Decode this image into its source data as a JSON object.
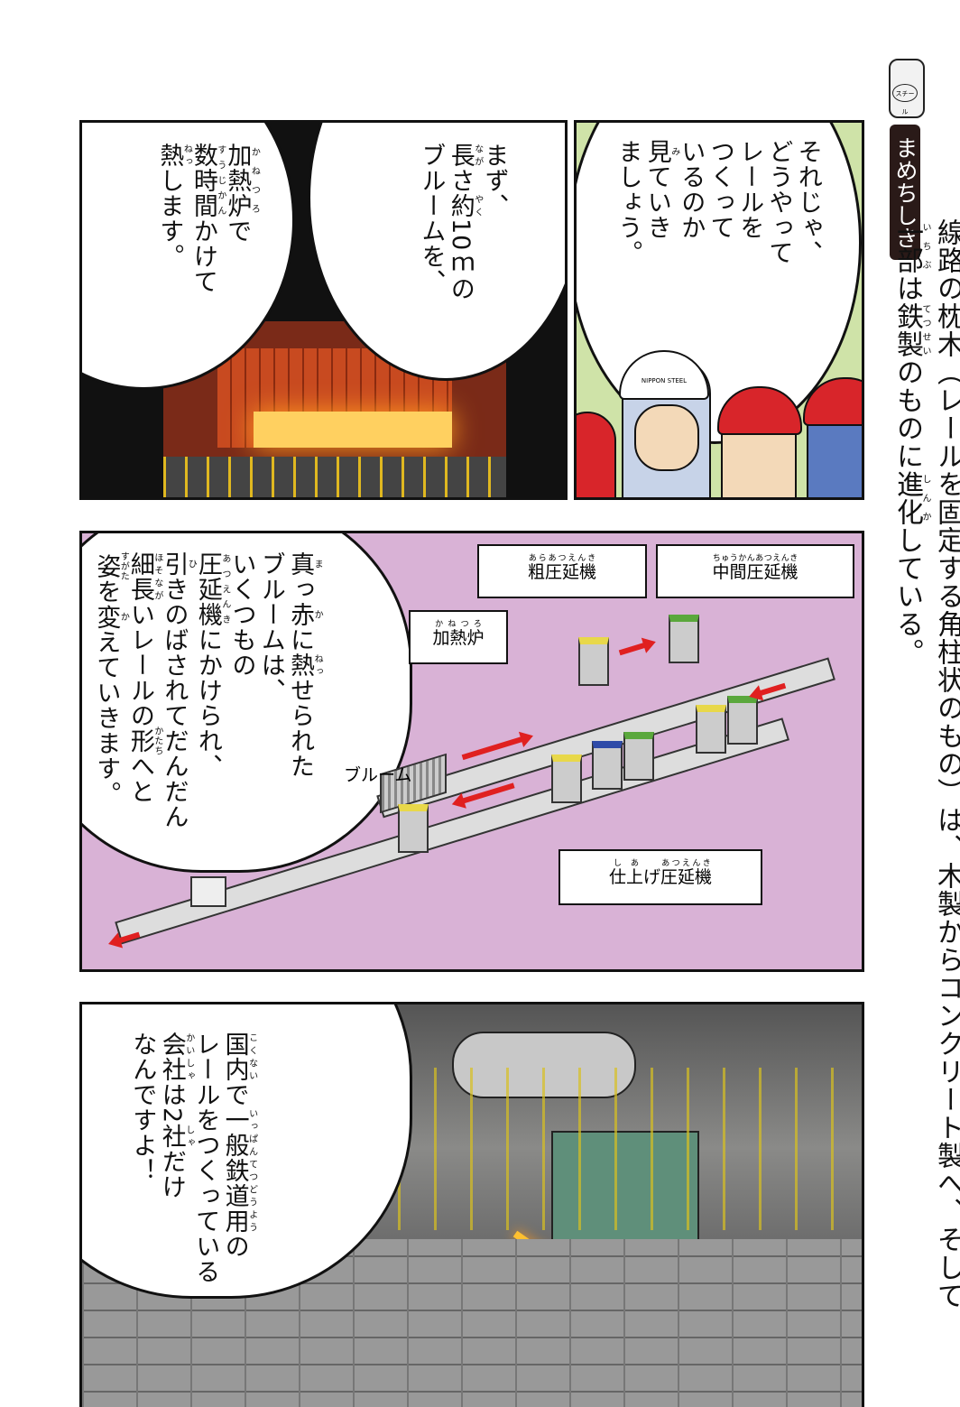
{
  "sidebar": {
    "can_label": "スチール",
    "badge": "まめちしき",
    "text": [
      [
        "線路",
        "せんろ"
      ],
      "の",
      [
        "枕木",
        "まくらぎ"
      ],
      "（レールを",
      [
        "固定",
        "こてい"
      ],
      "する",
      [
        "角柱状",
        "かくちゅうじょう"
      ],
      "のもの）は、",
      [
        "木製",
        "もくせい"
      ],
      "からコンクリート",
      [
        "製",
        "せい"
      ],
      "へ、そして",
      [
        "一部",
        "いちぶ"
      ],
      "は",
      [
        "鉄製",
        "てつせい"
      ],
      "のものに",
      [
        "進化",
        "しんか"
      ],
      "している。"
    ]
  },
  "panel_furnace": {
    "bubble_left": [
      [
        [
          "加熱炉",
          "かねつろ"
        ],
        "で"
      ],
      [
        [
          "数時間",
          "すうじかん"
        ],
        "かけて"
      ],
      [
        [
          "熱",
          "ねっ"
        ],
        "します。"
      ]
    ],
    "bubble_right": [
      [
        "まず、"
      ],
      [
        [
          "長",
          "なが"
        ],
        "さ",
        [
          "約",
          "やく"
        ],
        "10ｍの"
      ],
      [
        "ブルームを、"
      ]
    ]
  },
  "panel_guide": {
    "bubble": [
      [
        "それじゃ、"
      ],
      [
        "どうやって"
      ],
      [
        "レールを"
      ],
      [
        "つくって"
      ],
      [
        "いるのか"
      ],
      [
        [
          "見",
          "み"
        ],
        "ていき"
      ],
      [
        "ましょう。"
      ]
    ],
    "helmet_text": "NIPPON STEEL"
  },
  "panel_diagram": {
    "bubble": [
      [
        [
          "真",
          "ま"
        ],
        "っ",
        [
          "赤",
          "か"
        ],
        "に",
        [
          "熱",
          "ねっ"
        ],
        "せられた"
      ],
      [
        "ブルームは、"
      ],
      [
        "いくつもの"
      ],
      [
        [
          "圧延機",
          "あつえんき"
        ],
        "にかけられ、"
      ],
      [
        [
          "引",
          "ひ"
        ],
        "きのばされてだんだん"
      ],
      [
        [
          "細長",
          "ほそなが"
        ],
        "いレールの",
        [
          "形",
          "かたち"
        ],
        "へと"
      ],
      [
        [
          "姿",
          "すがた"
        ],
        "を",
        [
          "変",
          "か"
        ],
        "えていきます。"
      ]
    ],
    "labels": {
      "rough": [
        [
          "粗圧延機",
          "あらあつえんき"
        ]
      ],
      "intermediate": [
        [
          "中間圧延機",
          "ちゅうかんあつえんき"
        ]
      ],
      "furnace": [
        [
          "加熱炉",
          "かねつろ"
        ]
      ],
      "finishing": [
        [
          "仕上",
          "しあ"
        ],
        "げ",
        [
          "圧延機",
          "あつえんき"
        ]
      ],
      "bloom": "ブルーム"
    },
    "colors": {
      "background": "#d9b2d6",
      "arrow": "#e02020",
      "yellow": "#e8d84a",
      "green": "#5aa83c",
      "blue": "#2e4aa8"
    }
  },
  "panel_factory": {
    "bubble": [
      [
        [
          "国内",
          "こくない"
        ],
        "で",
        [
          "一般鉄道用",
          "いっぱんてつどうよう"
        ],
        "の"
      ],
      [
        "レールをつくっている"
      ],
      [
        [
          "会社",
          "かいしゃ"
        ],
        "は2",
        [
          "社",
          "しゃ"
        ],
        "だけ"
      ],
      [
        "なんですよ！"
      ]
    ]
  }
}
